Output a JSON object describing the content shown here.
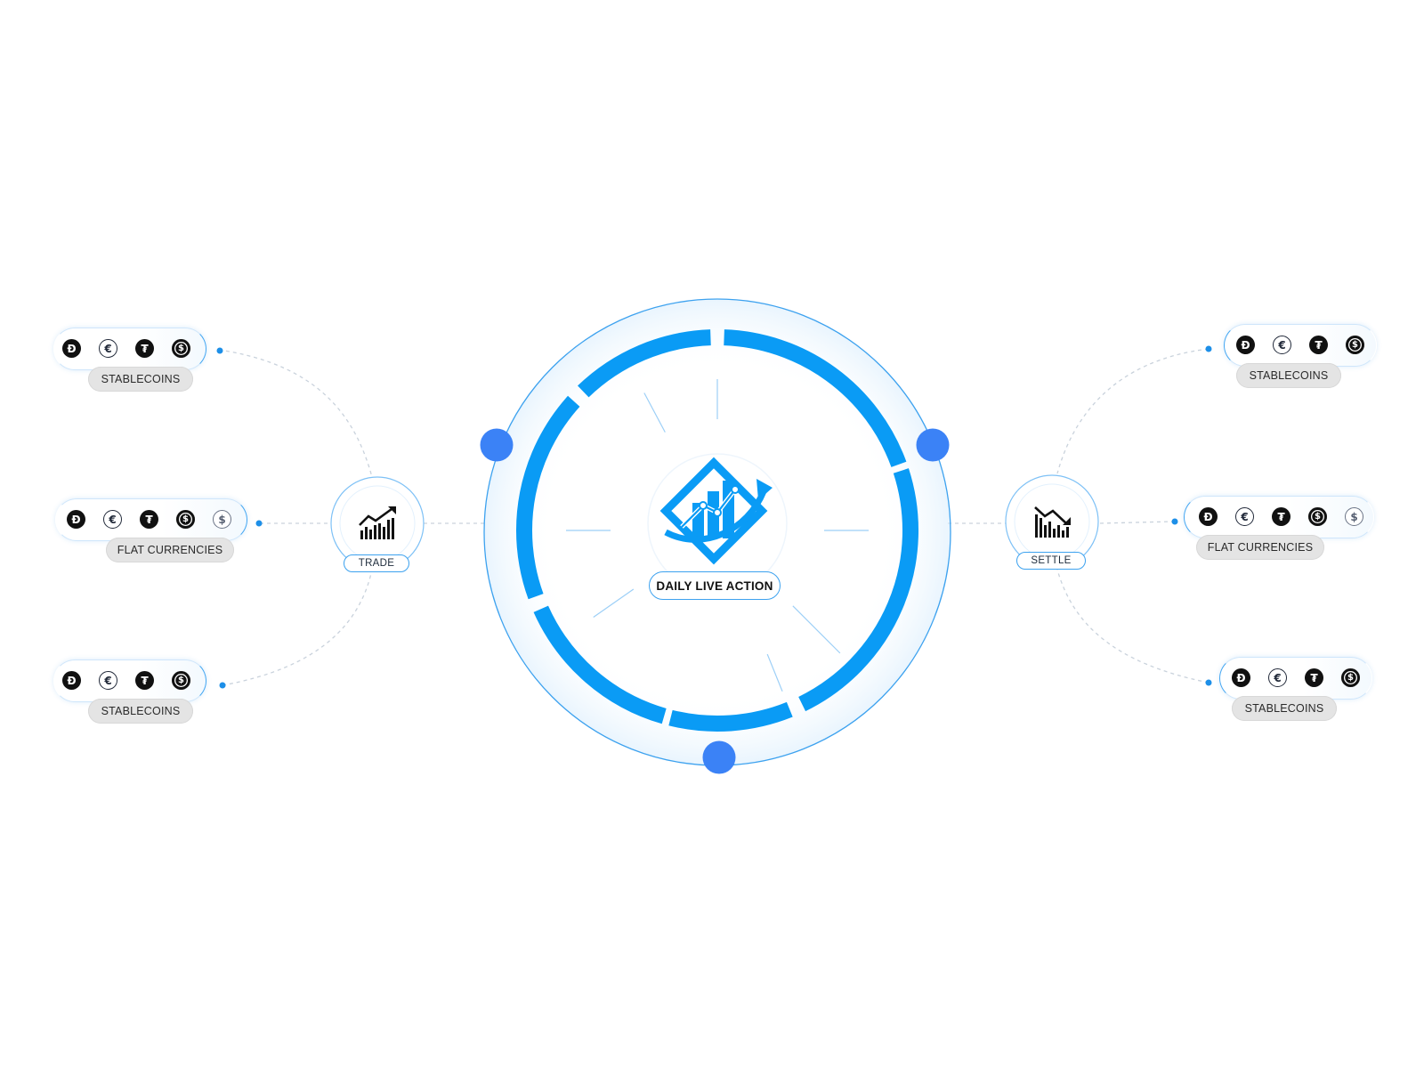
{
  "center": {
    "label": "DAILY LIVE ACTION",
    "icon": "growth-chart-icon"
  },
  "hubs": {
    "trade": {
      "label": "TRADE",
      "icon": "trend-up-chart-icon"
    },
    "settle": {
      "label": "SETTLE",
      "icon": "trend-down-chart-icon"
    }
  },
  "groups": {
    "left_top": {
      "label": "STABLECOINS",
      "icons": [
        "dai-icon",
        "euro-icon",
        "tether-icon",
        "usdc-icon"
      ]
    },
    "left_mid": {
      "label": "FLAT CURRENCIES",
      "icons": [
        "dai-icon",
        "euro-icon",
        "tether-icon",
        "usdc-icon",
        "dollar-icon"
      ]
    },
    "left_bot": {
      "label": "STABLECOINS",
      "icons": [
        "dai-icon",
        "euro-icon",
        "tether-icon",
        "usdc-icon"
      ]
    },
    "right_top": {
      "label": "STABLECOINS",
      "icons": [
        "dai-icon",
        "euro-icon",
        "tether-icon",
        "usdc-icon"
      ]
    },
    "right_mid": {
      "label": "FLAT CURRENCIES",
      "icons": [
        "dai-icon",
        "euro-icon",
        "tether-icon",
        "usdc-icon",
        "dollar-icon"
      ]
    },
    "right_bot": {
      "label": "STABLECOINS",
      "icons": [
        "dai-icon",
        "euro-icon",
        "tether-icon",
        "usdc-icon"
      ]
    }
  },
  "colors": {
    "accent": "#0A9BF5",
    "node_blue": "#3B82F6",
    "line": "#3DA2EF",
    "dash": "#C9D2DC"
  }
}
